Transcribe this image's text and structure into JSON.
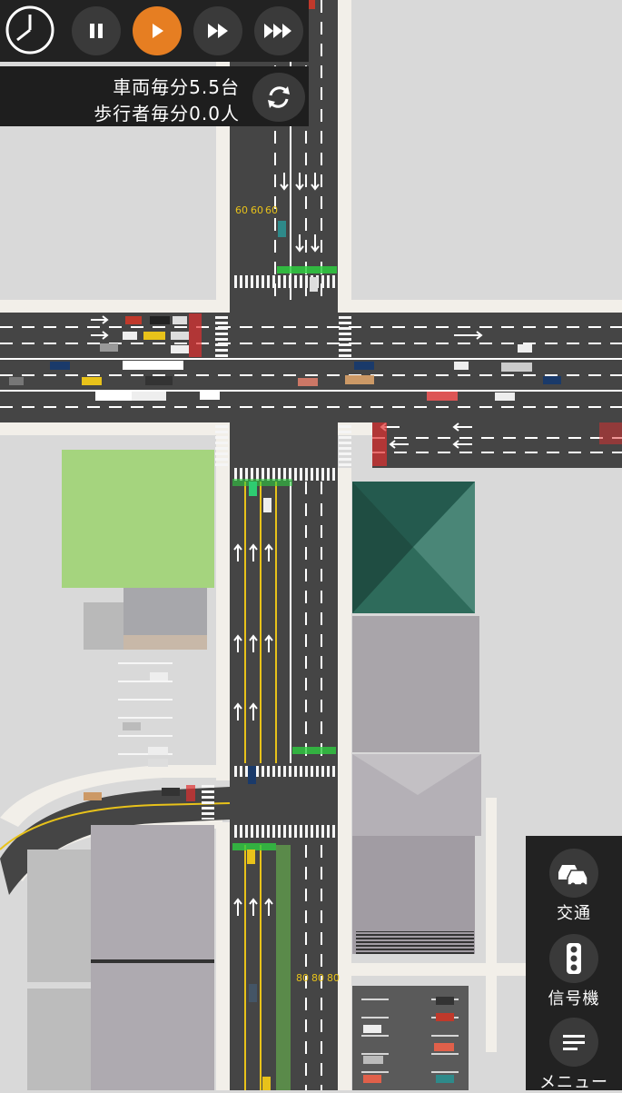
{
  "app": {
    "stats": {
      "vehicles": "車両毎分5.5台",
      "pedestrians": "歩行者毎分0.0人"
    },
    "playback": {
      "state": "playing",
      "buttons": [
        "pause",
        "play",
        "fast-forward",
        "fastest-forward"
      ]
    },
    "side_menu": {
      "traffic_label": "交通",
      "signals_label": "信号機",
      "menu_label": "メニュー"
    },
    "colors": {
      "accent_orange": "#e67e22",
      "panel_dark": "#222222",
      "road": "#454545",
      "lane_yellow": "#e8c21a",
      "signal_green": "#2ecc40",
      "signal_red": "#e03030",
      "park": "#a5d47e",
      "roof_green": "#2e6b5b"
    },
    "map": {
      "road_markings": [
        "80",
        "80",
        "80",
        "60",
        "60",
        "60"
      ]
    }
  }
}
